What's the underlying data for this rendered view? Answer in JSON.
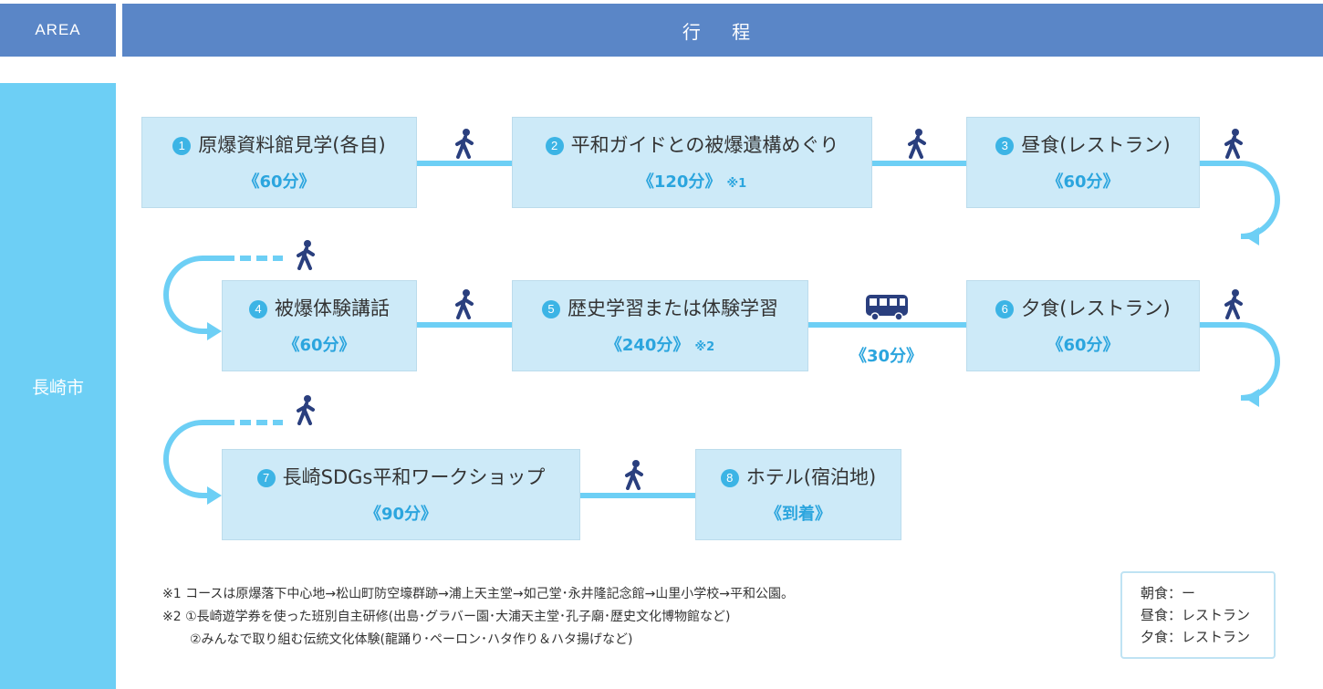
{
  "header": {
    "area_label": "AREA",
    "itinerary_label": "行 程"
  },
  "area": {
    "name": "長崎市"
  },
  "steps": [
    {
      "num": "1",
      "title": "原爆資料館見学(各自)",
      "duration": "《60分》",
      "note": ""
    },
    {
      "num": "2",
      "title": "平和ガイドとの被爆遺構めぐり",
      "duration": "《120分》",
      "note": "※1"
    },
    {
      "num": "3",
      "title": "昼食(レストラン)",
      "duration": "《60分》",
      "note": ""
    },
    {
      "num": "4",
      "title": "被爆体験講話",
      "duration": "《60分》",
      "note": ""
    },
    {
      "num": "5",
      "title": "歴史学習または体験学習",
      "duration": "《240分》",
      "note": "※2"
    },
    {
      "num": "6",
      "title": "夕食(レストラン)",
      "duration": "《60分》",
      "note": ""
    },
    {
      "num": "7",
      "title": "長崎SDGs平和ワークショップ",
      "duration": "《90分》",
      "note": ""
    },
    {
      "num": "8",
      "title": "ホテル(宿泊地)",
      "duration": "《到着》",
      "note": ""
    }
  ],
  "transport": {
    "bus_duration": "《30分》",
    "icons": [
      "walk-icon",
      "bus-icon"
    ]
  },
  "notes": {
    "note1": "※1 コースは原爆落下中心地→松山町防空壕群跡→浦上天主堂→如己堂･永井隆記念館→山里小学校→平和公園。",
    "note2_line1": "※2 ①長崎遊学券を使った班別自主研修(出島･グラバー園･大浦天主堂･孔子廟･歴史文化博物館など)",
    "note2_line2": "②みんなで取り組む伝統文化体験(龍踊り･ペーロン･ハタ作り＆ハタ揚げなど)"
  },
  "meals": {
    "breakfast": "朝食：ー",
    "lunch": "昼食：レストラン",
    "dinner": "夕食：レストラン"
  },
  "colors": {
    "header": "#5a86c7",
    "accent": "#6dcff5",
    "box": "#cdeaf8",
    "text_accent": "#2ba5de"
  }
}
